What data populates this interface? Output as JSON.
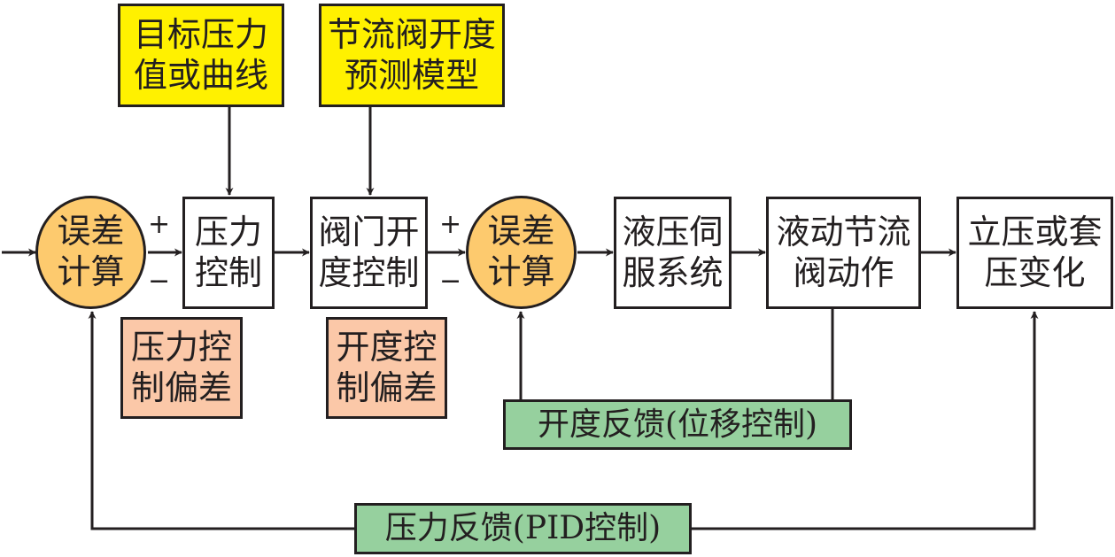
{
  "title": "压力控制系统框图",
  "inputs": {
    "target_pressure": "目标压力\n值或曲线",
    "valve_model": "节流阀开度\n预测模型"
  },
  "nodes": {
    "error_calc_1": "误差\n计算",
    "pressure_control": "压力\n控制",
    "valve_opening_control": "阀门开\n度控制",
    "error_calc_2": "误差\n计算",
    "hydraulic_servo": "液压伺\n服系统",
    "throttle_action": "液动节流\n阀动作",
    "pressure_change": "立压或套\n压变化"
  },
  "deviations": {
    "pressure_deviation": "压力控\n制偏差",
    "opening_deviation": "开度控\n制偏差"
  },
  "feedback": {
    "opening_feedback": "开度反馈(位移控制)",
    "pressure_feedback": "压力反馈(PID控制)"
  },
  "signs": {
    "plus": "+",
    "minus": "−"
  },
  "colors": {
    "input_box": "#fff100",
    "error_node": "#fdca6e",
    "deviation_box": "#fbc8a8",
    "feedback_box": "#96d09e",
    "line": "#231f20"
  }
}
